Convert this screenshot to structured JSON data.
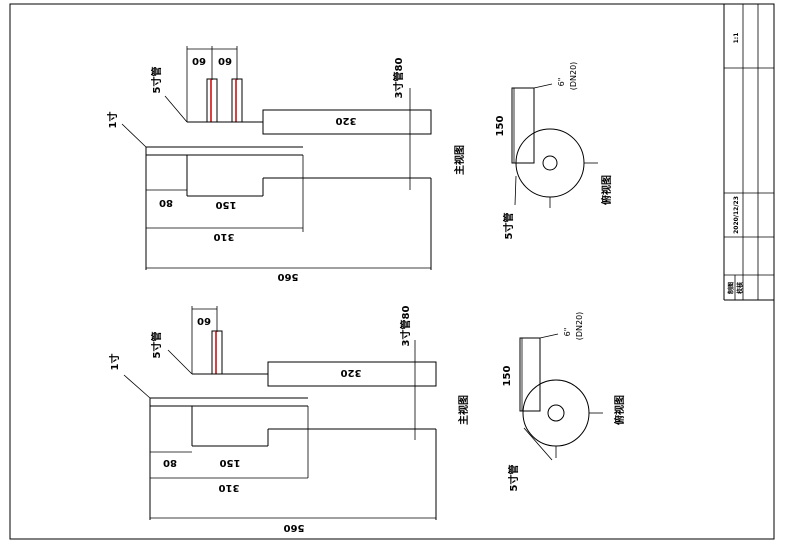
{
  "title_block": {
    "scale": "1:1",
    "date": "2020/12/23",
    "drawn_by_label": "制图",
    "checked_by_label": "校核"
  },
  "views": [
    {
      "pipe_top_label": "3寸管80",
      "pipe_5_label": "5寸管",
      "pipe_1_label": "1寸",
      "dim_60a": "60",
      "dim_60b": "60",
      "dim_320": "320",
      "dim_80": "80",
      "dim_150": "150",
      "dim_310": "310",
      "dim_560": "560",
      "main_view_label": "主视图",
      "top_view_label": "俯视图",
      "side_dim_150": "150",
      "side_pipe_label": "5寸管",
      "side_quarter": "6\"",
      "side_dn": "(DN20)"
    },
    {
      "pipe_top_label": "3寸管80",
      "pipe_5_label": "5寸管",
      "pipe_1_label": "1寸",
      "dim_60a": "60",
      "dim_320": "320",
      "dim_80": "80",
      "dim_150": "150",
      "dim_310": "310",
      "dim_560": "560",
      "main_view_label": "主视图",
      "top_view_label": "俯视图",
      "side_dim_150": "150",
      "side_pipe_label": "5寸管",
      "side_quarter": "6\"",
      "side_dn": "(DN20)"
    }
  ]
}
